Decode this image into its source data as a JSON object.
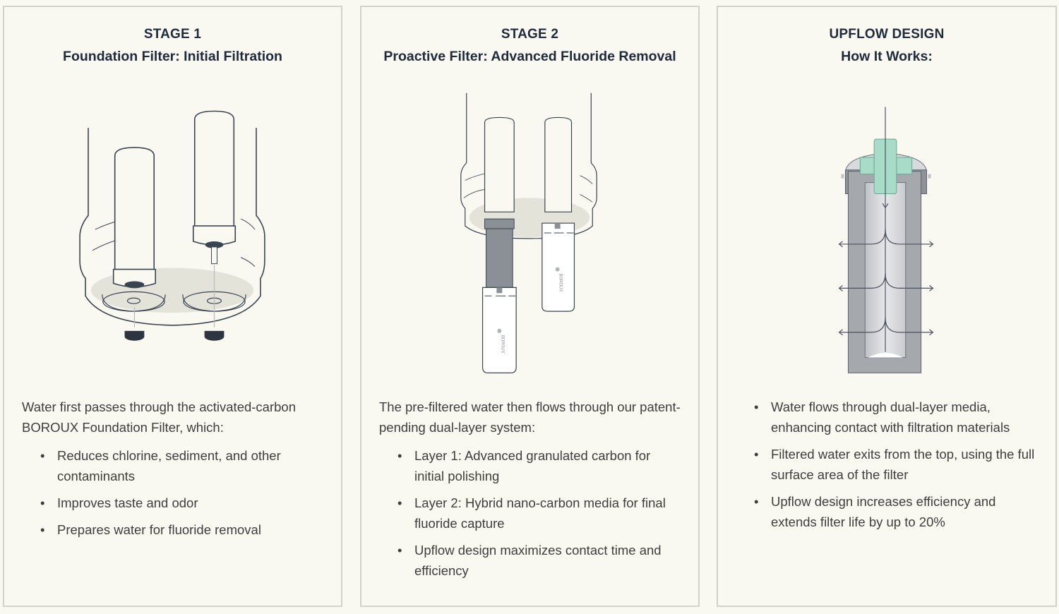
{
  "cards": [
    {
      "stage_label": "STAGE 1",
      "title": "Foundation Filter: Initial Filtration",
      "illustration": "foundation-filter-install-illustration",
      "intro": "Water first passes through the activated-carbon BOROUX Foundation Filter, which:",
      "bullets": [
        "Reduces chlorine, sediment, and other contaminants",
        "Improves taste and odor",
        "Prepares water for fluoride removal"
      ]
    },
    {
      "stage_label": "STAGE 2",
      "title": "Proactive Filter: Advanced Fluoride Removal",
      "illustration": "proactive-filter-attach-illustration",
      "brand_mark": "BOROUX",
      "intro": "The pre-filtered water then flows through our patent-pending dual-layer system:",
      "bullets": [
        "Layer 1: Advanced granulated carbon for initial polishing",
        "Layer 2: Hybrid nano-carbon media for final fluoride capture",
        "Upflow design maximizes contact time and efficiency"
      ]
    },
    {
      "stage_label": "UPFLOW DESIGN",
      "title": "How It Works:",
      "illustration": "upflow-cross-section-illustration",
      "intro": "",
      "bullets": [
        "Water flows through dual-layer media, enhancing contact with filtration materials",
        "Filtered water exits from the top, using the full surface area of the filter",
        "Upflow design increases efficiency and extends filter life by up to 20%"
      ]
    }
  ],
  "colors": {
    "background": "#f9f8f1",
    "border": "#d2d1cb",
    "heading": "#1f2a3a",
    "body_text": "#3e3e3c",
    "line_art": "#3a4350",
    "shadow_fill": "#e4e3da",
    "filter_gray": "#a5a8ad",
    "fitting_mint": "#a8dcc8"
  }
}
